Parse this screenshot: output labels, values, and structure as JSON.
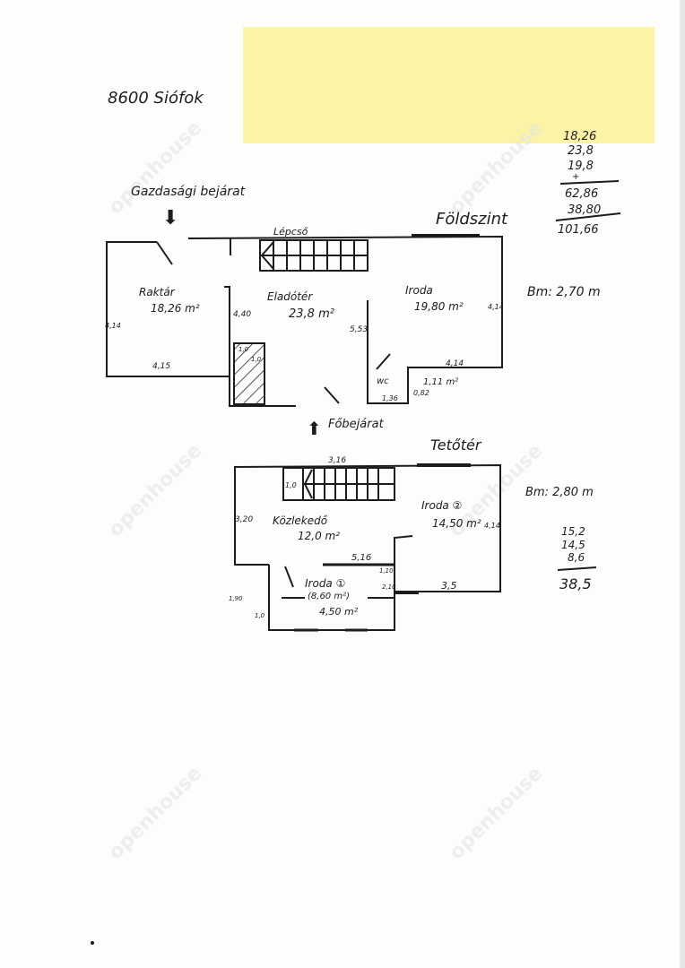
{
  "header": {
    "address": "8600 Siófok"
  },
  "watermark": "openhouse",
  "ground_floor": {
    "title": "Földszint",
    "entrance_business": "Gazdasági bejárat",
    "main_entrance": "Főbejárat",
    "stairs_label": "Lépcső",
    "ceiling_height": "Bm: 2,70 m",
    "rooms": [
      {
        "name": "Raktár",
        "area": "18,26 m²"
      },
      {
        "name": "Eladótér",
        "area": "23,8 m²"
      },
      {
        "name": "Iroda",
        "area": "19,80 m²"
      },
      {
        "name": "wc",
        "area": "1,11 m²"
      }
    ],
    "dimensions": [
      "4,14",
      "4,15",
      "4,40",
      "5,53",
      "4,14",
      "4,14",
      "1,36",
      "0,82",
      "1,0",
      "1,0"
    ],
    "sum": {
      "lines": [
        "18,26",
        "23,8",
        "19,8",
        "+",
        "62,86",
        "38,80"
      ],
      "total": "101,66"
    }
  },
  "attic": {
    "title": "Tetőtér",
    "ceiling_height": "Bm: 2,80 m",
    "rooms": [
      {
        "name": "Közlekedő",
        "area": "12,0 m²"
      },
      {
        "name": "Iroda ②",
        "area": "14,50 m²"
      },
      {
        "name": "Iroda ①",
        "area_extra": "(8,60 m²)",
        "area": "4,50 m²"
      }
    ],
    "dimensions": [
      "3,16",
      "1,0",
      "3,20",
      "4,14",
      "5,16",
      "1,10",
      "2,10",
      "3,5",
      "1,90",
      "1,0"
    ],
    "sum": {
      "lines": [
        "15,2",
        "14,5",
        "8,6"
      ],
      "total": "38,5"
    }
  }
}
